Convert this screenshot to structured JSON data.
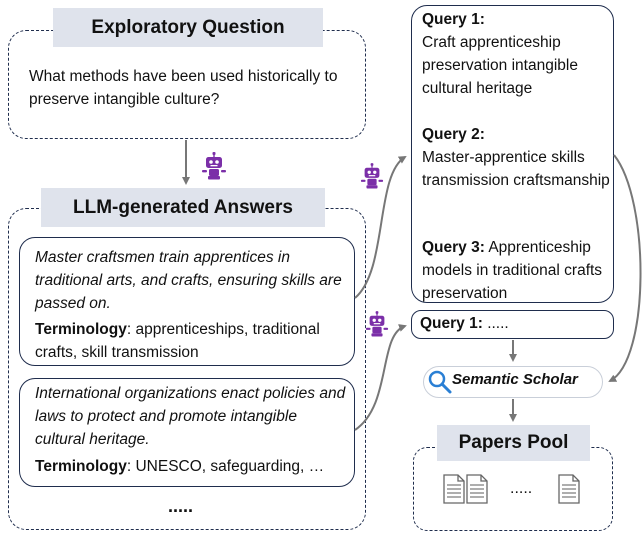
{
  "exploratory": {
    "title": "Exploratory Question",
    "question": "What methods have been used historically to preserve intangible culture?"
  },
  "answers": {
    "title": "LLM-generated Answers",
    "items": [
      {
        "text": "Master craftsmen train apprentices in traditional arts, and crafts, ensuring skills are passed on.",
        "term_label": "Terminology",
        "terms": ": apprenticeships, traditional crafts, skill transmission"
      },
      {
        "text": "International organizations enact policies and laws to protect and promote intangible cultural heritage.",
        "term_label": "Terminology",
        "terms": ": UNESCO, safeguarding, …"
      }
    ],
    "ellipsis": "....."
  },
  "queries": [
    {
      "label": "Query 1:",
      "text": "Craft apprenticeship preservation intangible cultural heritage"
    },
    {
      "label": "Query 2:",
      "text": "Master-apprentice skills transmission craftsmanship"
    },
    {
      "label": "Query 3:",
      "text": " Apprenticeship models in traditional crafts preservation"
    }
  ],
  "second_query": {
    "label": "Query 1:",
    "text": " ....."
  },
  "search": {
    "name": "Semantic Scholar"
  },
  "papers": {
    "title": "Papers Pool",
    "ellipsis": "....."
  },
  "icons": {
    "robot": "robot-icon",
    "search": "magnifier-icon",
    "document": "document-icon"
  },
  "colors": {
    "accent": "#7b2fa8",
    "box_border": "#1f2d4d",
    "label_fill": "#dfe3ec",
    "arrow": "#777777",
    "search_blue": "#2a7fd4"
  }
}
